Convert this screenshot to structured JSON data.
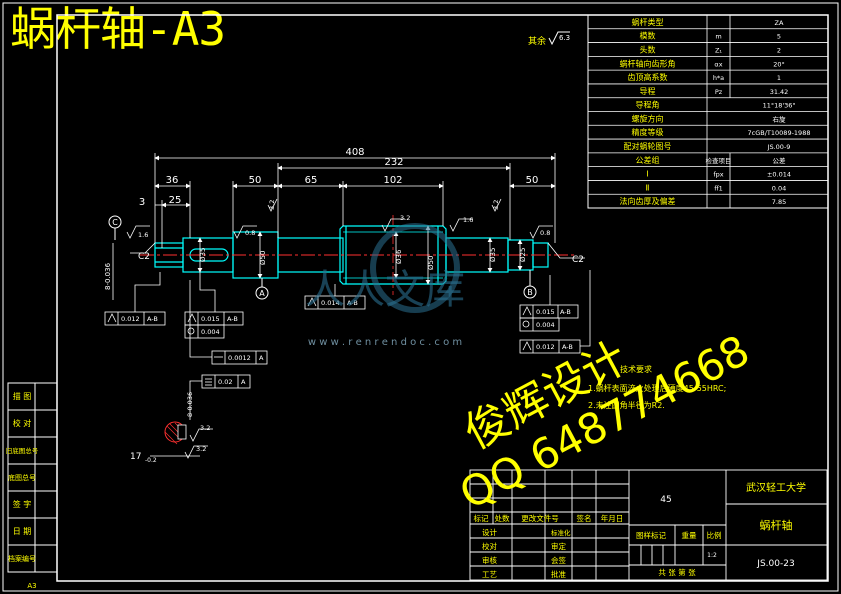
{
  "title": "蜗杆轴-A3",
  "roughness_other": "其余",
  "roughness_other_value": "6.3",
  "params": {
    "rows": [
      {
        "label": "蜗杆类型",
        "sym": "",
        "value": "ZA"
      },
      {
        "label": "模数",
        "sym": "m",
        "value": "5"
      },
      {
        "label": "头数",
        "sym": "Z₁",
        "value": "2"
      },
      {
        "label": "蜗杆轴向齿形角",
        "sym": "αx",
        "value": "20°"
      },
      {
        "label": "齿顶高系数",
        "sym": "h*a",
        "value": "1"
      },
      {
        "label": "导程",
        "sym": "Pz",
        "value": "31.42"
      },
      {
        "label": "导程角",
        "sym": "",
        "value": "11°18'36\""
      },
      {
        "label": "螺旋方向",
        "sym": "",
        "value": "右旋"
      },
      {
        "label": "精度等级",
        "sym": "",
        "value": "7cGB/T10089-1988"
      },
      {
        "label": "配对蜗轮图号",
        "sym": "",
        "value": "JS.00-9"
      },
      {
        "label": "公差组",
        "sym": "检查项目",
        "value": "公差"
      },
      {
        "label": "Ⅰ",
        "sym": "fpx",
        "value": "±0.014"
      },
      {
        "label": "Ⅱ",
        "sym": "ff1",
        "value": "0.04"
      },
      {
        "label": "法向齿厚及偏差",
        "sym": "",
        "value": "7.85"
      }
    ]
  },
  "dims": {
    "overall": "408",
    "d232": "232",
    "d36": "36",
    "d50a": "50",
    "d65": "65",
    "d102": "102",
    "d50b": "50",
    "d3": "3",
    "d25": "25",
    "c2a": "C2",
    "c2b": "C2",
    "phi_left": "Ø25",
    "phi_a": "Ø35",
    "phi_b": "Ø50",
    "phi_c": "Ø36",
    "phi_d": "Ø35",
    "tol_17": "17",
    "tol_17_dev": "-0.2",
    "tol_key": "8-0.036"
  },
  "roughness": {
    "r1": "1.6",
    "r2": "0.8",
    "r3": "3.2",
    "r4": "1.6",
    "r5": "3.2",
    "r6": "0.8",
    "r7": "3.2",
    "r8": "3.2"
  },
  "datums": {
    "a": "A",
    "b": "B",
    "c": "C"
  },
  "fcf": {
    "f1_val": "0.012",
    "f1_ref": "A-B",
    "f2_val": "0.015",
    "f2_ref": "A-B",
    "f3_val": "0.004",
    "f4_val": "0.014",
    "f4_ref": "A-B",
    "f5_val": "0.0012",
    "f5_ref": "A",
    "f6_val": "0.02",
    "f6_ref": "A",
    "f7_val": "0.015",
    "f7_ref": "A-B",
    "f8_val": "0.004",
    "f9_val": "0.012",
    "f9_ref": "A-B"
  },
  "notes": {
    "title": "技术要求",
    "line1": "1.蜗杆表面淬火处理后硬度45-55HRC;",
    "line2": "2.未注圆角半径为R2."
  },
  "watermark": {
    "url": "w w w . r e n r e n d o c . c o m",
    "brand": "人人文库",
    "line1": "俊辉设计",
    "line2": "QQ 648774668"
  },
  "titleblock": {
    "material": "45",
    "school": "武汉轻工大学",
    "part": "蜗杆轴",
    "drawing_no": "JS.00-23",
    "scale": "1:2",
    "hdr": [
      "标记",
      "处数",
      "更改文件号",
      "签名",
      "年月日"
    ],
    "left_rows": [
      "设计",
      "校对",
      "审核",
      "工艺"
    ],
    "mid_rows": [
      "标准化",
      "审定",
      "会签",
      "批准"
    ],
    "stage_hdr": [
      "图样标记",
      "重量",
      "比例"
    ],
    "sheet": "共  张  第  张"
  },
  "sidebar": [
    "描 图",
    "校 对",
    "旧底图总号",
    "底图总号",
    "签 字",
    "日 期",
    "档案编号"
  ],
  "corner": "A3"
}
